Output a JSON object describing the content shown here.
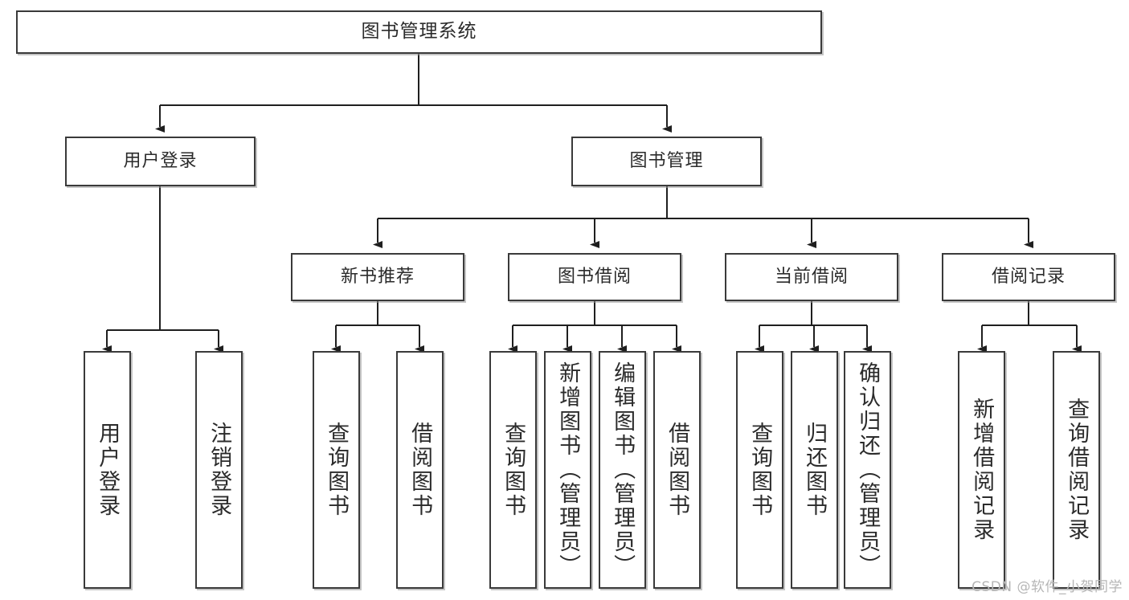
{
  "diagram": {
    "title": "图书管理系统",
    "type": "tree-hierarchy-chart",
    "orientation": "top-down",
    "colors": {
      "box_border": "#3a3a3a",
      "box_fill": "#ffffff",
      "connector": "#1f1f1f",
      "text": "#2b2b2b",
      "watermark": "#b6b6b6",
      "background": "#ffffff"
    },
    "root": {
      "label": "图书管理系统"
    },
    "level2": [
      {
        "label": "用户登录"
      },
      {
        "label": "图书管理"
      }
    ],
    "level3": [
      {
        "label": "新书推荐"
      },
      {
        "label": "图书借阅"
      },
      {
        "label": "当前借阅"
      },
      {
        "label": "借阅记录"
      }
    ],
    "leaves": {
      "user_login": [
        {
          "label": "用户登录"
        },
        {
          "label": "注销登录"
        }
      ],
      "new_book_recommend": [
        {
          "label": "查询图书"
        },
        {
          "label": "借阅图书"
        }
      ],
      "book_borrow": [
        {
          "label": "查询图书"
        },
        {
          "label": "新增图书（管理员）"
        },
        {
          "label": "编辑图书（管理员）"
        },
        {
          "label": "借阅图书"
        }
      ],
      "current_borrow": [
        {
          "label": "查询图书"
        },
        {
          "label": "归还图书"
        },
        {
          "label": "确认归还（管理员）"
        }
      ],
      "borrow_record": [
        {
          "label": "新增借阅记录"
        },
        {
          "label": "查询借阅记录"
        }
      ]
    }
  },
  "watermark": {
    "text": "CSDN @软件_小贺同学"
  }
}
